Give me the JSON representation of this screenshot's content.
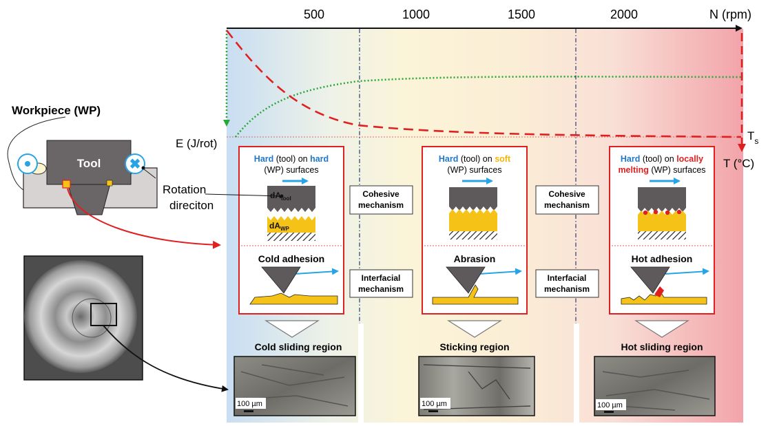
{
  "axis": {
    "ticks": [
      "500",
      "1000",
      "1500",
      "2000"
    ],
    "n_label": "N (rpm)",
    "e_label": "E (J/rot)",
    "t_label": "T (°C)",
    "ts_label": "T",
    "ts_sub": "s"
  },
  "left": {
    "workpiece_label": "Workpiece (WP)",
    "tool_label": "Tool",
    "rotation_line1": "Rotation",
    "rotation_line2": "direciton"
  },
  "mechanisms": {
    "cohesive": [
      "Cohesive",
      "mechanism"
    ],
    "interfacial": [
      "Interfacial",
      "mechanism"
    ]
  },
  "panels": [
    {
      "h1": [
        "Hard",
        " (tool) on ",
        "hard"
      ],
      "h2": "(WP) surfaces",
      "name": "Cold adhesion",
      "region": "Cold sliding region",
      "scale": "100 µm",
      "tool_label": "dA",
      "tool_sub": "tool",
      "wp_label": "dA",
      "wp_sub": "WP"
    },
    {
      "h1": [
        "Hard",
        " (tool) on ",
        "soft"
      ],
      "h2": "(WP) surfaces",
      "name": "Abrasion",
      "region": "Sticking region",
      "scale": "100 µm"
    },
    {
      "h1": [
        "Hard",
        " (tool) on ",
        "locally"
      ],
      "h2a": "melting",
      "h2b": " (WP) surfaces",
      "name": "Hot adhesion",
      "region": "Hot sliding region",
      "scale": "100 µm"
    }
  ],
  "colors": {
    "hard": "#1f78c8",
    "soft": "#f2b705",
    "melting": "#e02020",
    "panel_border": "#e02020",
    "wp_yellow": "#f5c318",
    "tool_gray": "#5e5a5b",
    "arrow_blue": "#27a3e6"
  }
}
